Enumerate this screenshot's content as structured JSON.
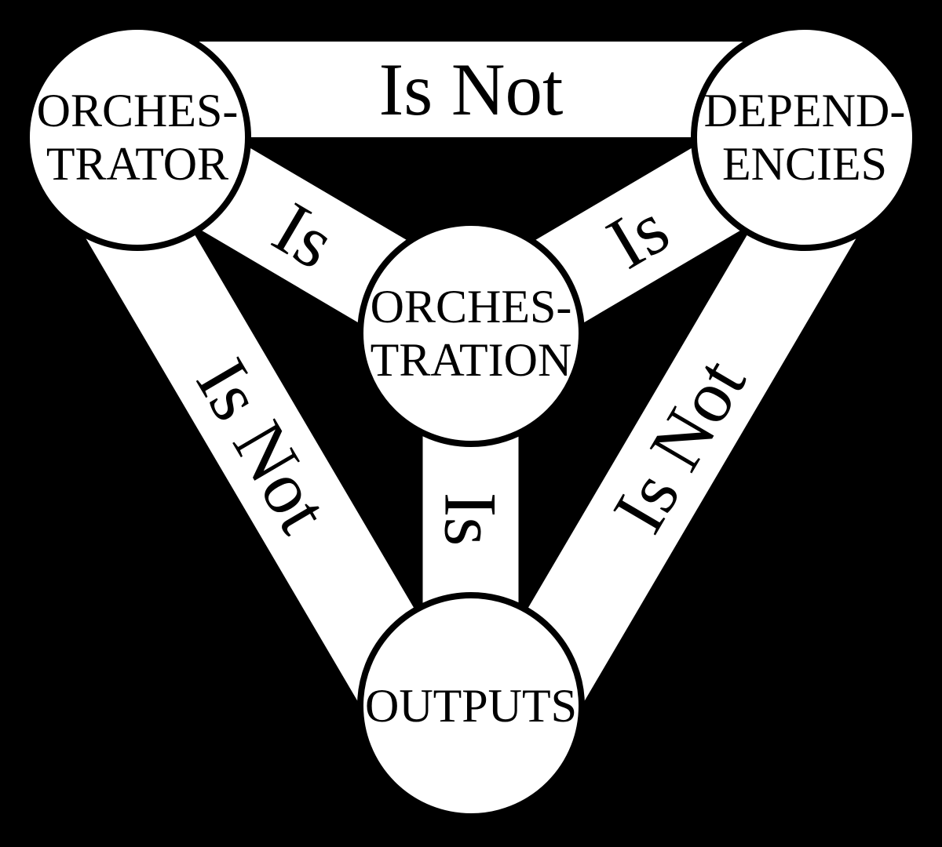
{
  "nodes": {
    "orchestrator": {
      "line1": "ORCHES-",
      "line2": "TRATOR"
    },
    "dependencies": {
      "line1": "DEPEND-",
      "line2": "ENCIES"
    },
    "orchestration": {
      "line1": "ORCHES-",
      "line2": "TRATION"
    },
    "outputs": {
      "line1": "OUTPUTS"
    }
  },
  "edges": {
    "outer_top_label": "Is Not",
    "outer_left_label": "Is Not",
    "outer_right_label": "Is Not",
    "spoke_left_label": "Is",
    "spoke_right_label": "Is",
    "spoke_bottom_label": "Is"
  },
  "colors": {
    "background": "#000000",
    "shape_fill": "#ffffff",
    "shape_stroke": "#000000",
    "label_text": "#000000"
  }
}
